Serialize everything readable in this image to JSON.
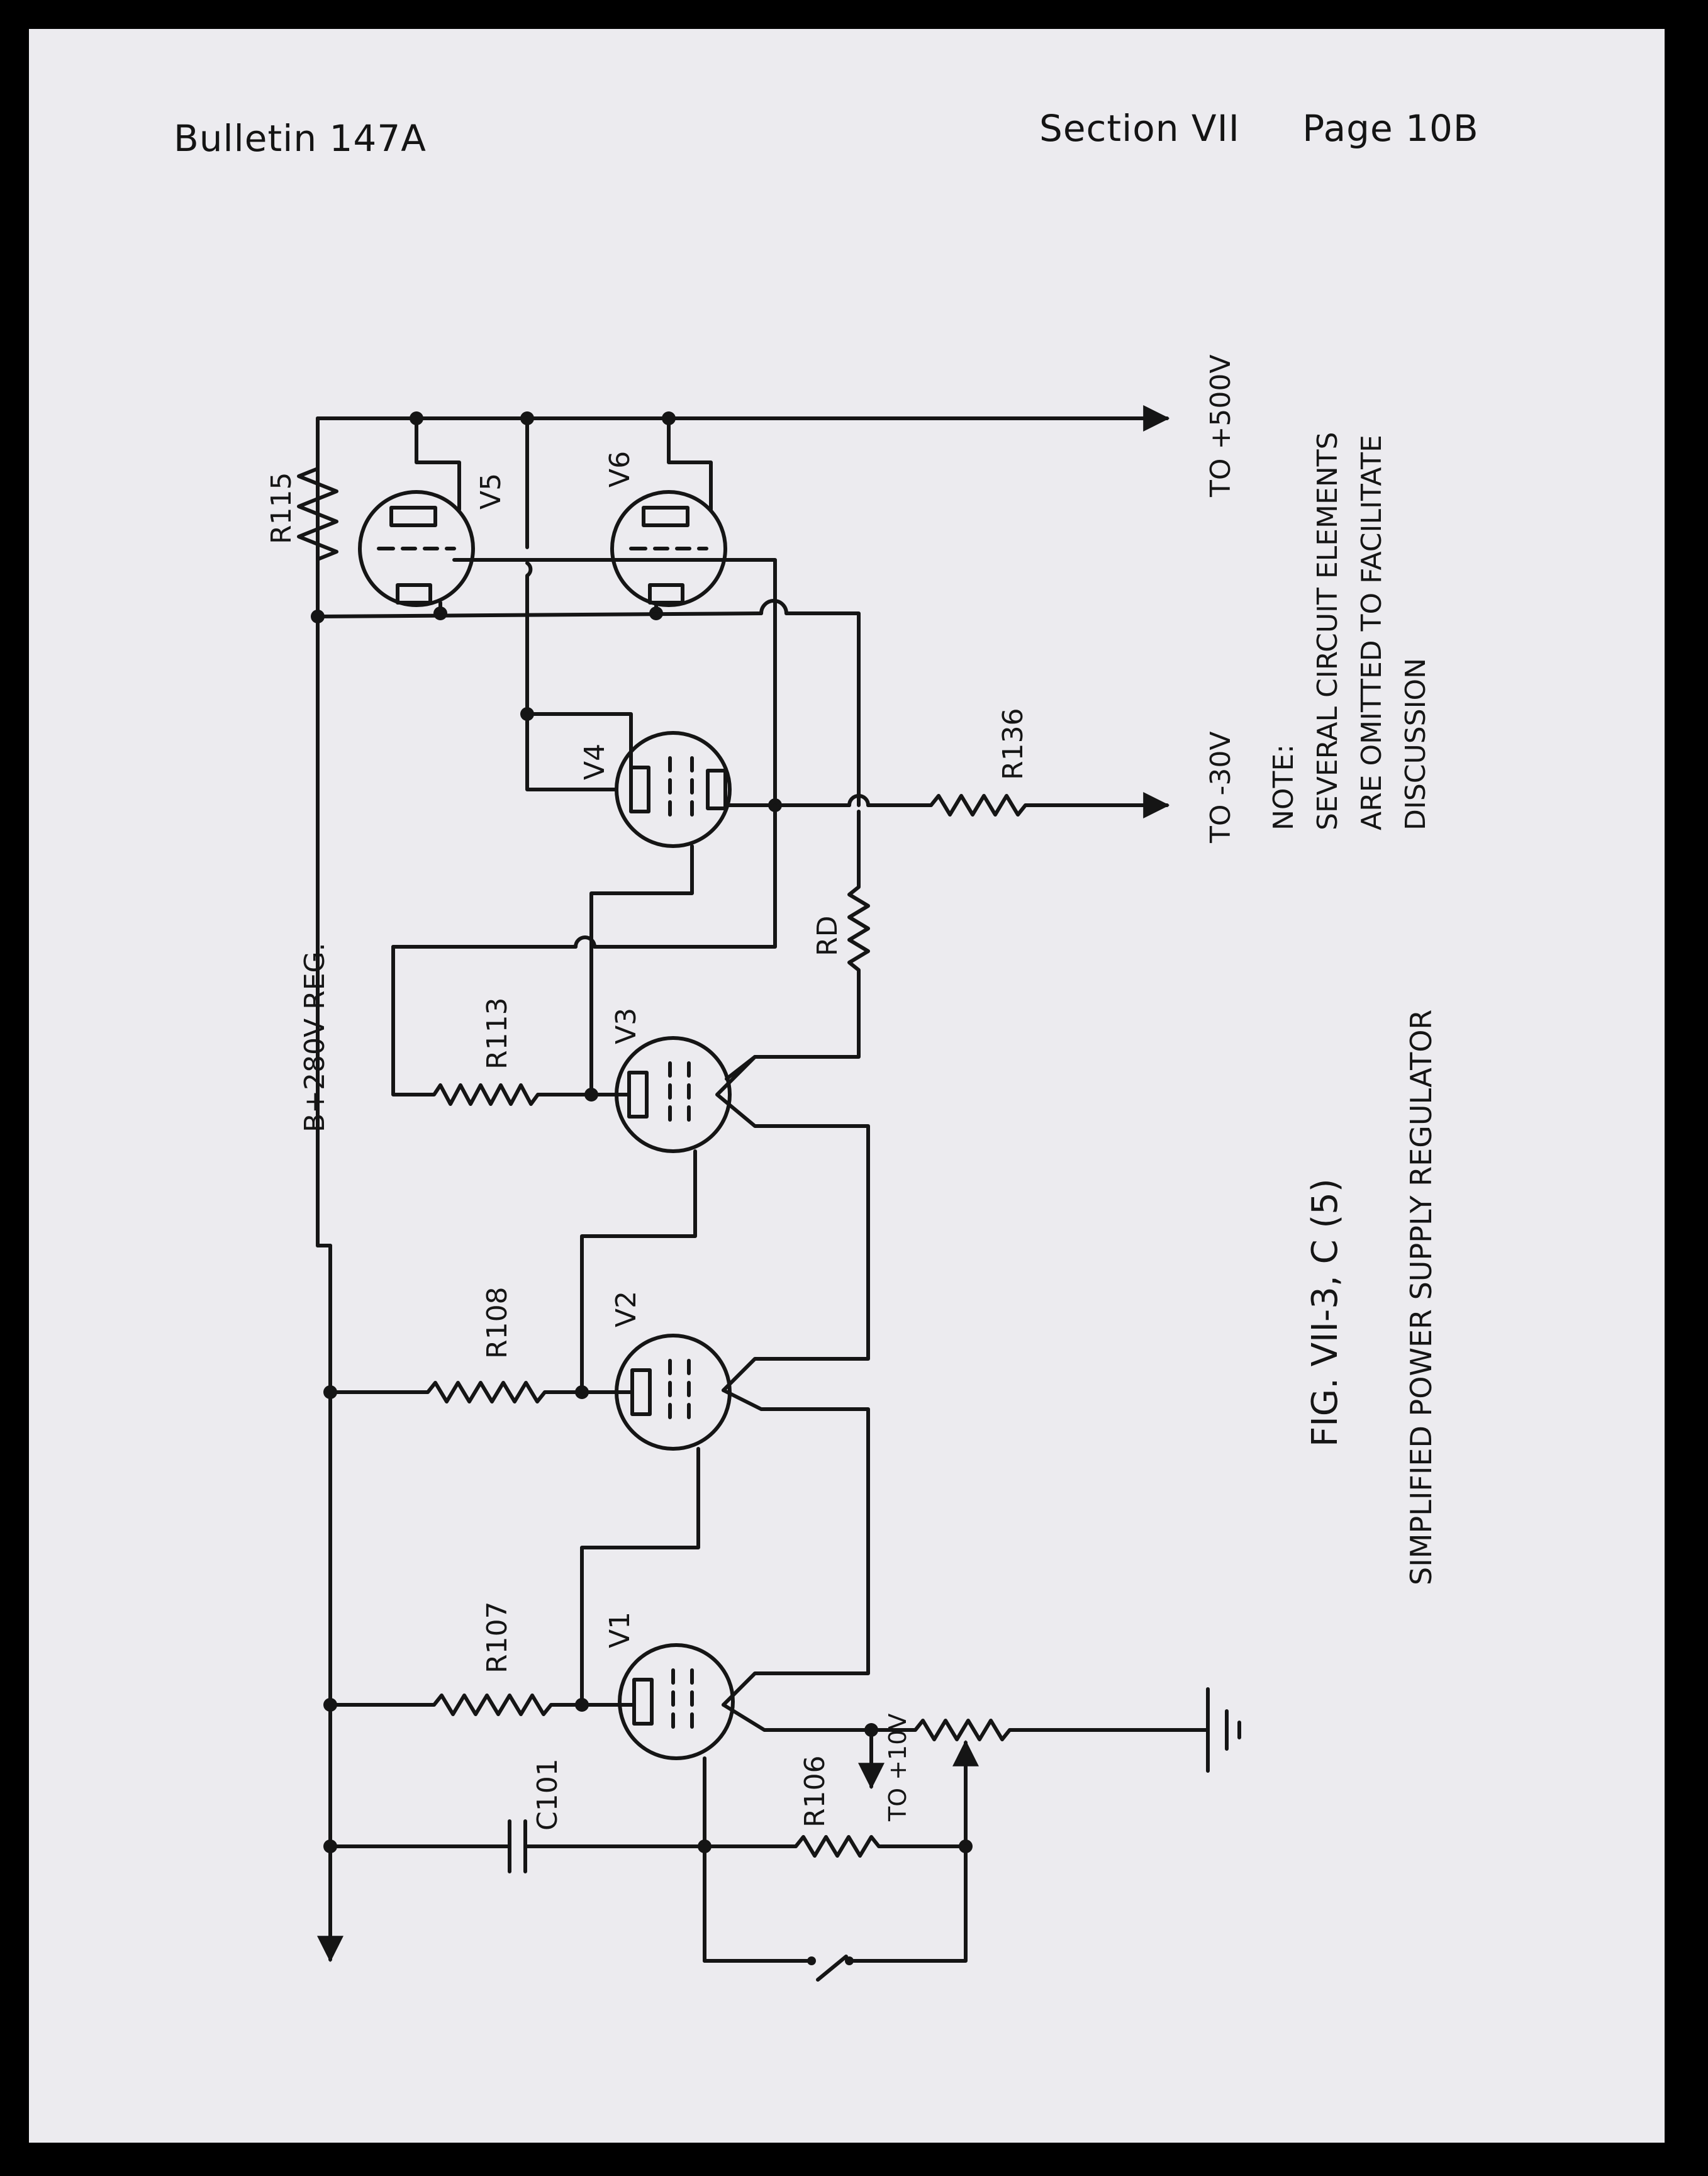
{
  "header": {
    "bulletin": "Bulletin 147A",
    "section": "Section VII",
    "page": "Page 10B"
  },
  "figure": {
    "title": "FIG. VII-3, C (5)",
    "caption": "SIMPLIFIED POWER SUPPLY REGULATOR"
  },
  "note": {
    "heading": "NOTE:",
    "lines": [
      "SEVERAL CIRCUIT ELEMENTS",
      "ARE OMITTED TO FACILITATE",
      "DISCUSSION"
    ]
  },
  "labels": {
    "b_plus": "B+280V REG.",
    "to_500": "TO +500V",
    "to_minus30": "TO -30V",
    "to_plus10": "TO +10V",
    "r115": "R115",
    "r136": "R136",
    "rd": "RD",
    "r113": "R113",
    "r108": "R108",
    "r107": "R107",
    "r106": "R106",
    "c101": "C101",
    "v1": "V1",
    "v2": "V2",
    "v3": "V3",
    "v4": "V4",
    "v5": "V5",
    "v6": "V6"
  }
}
